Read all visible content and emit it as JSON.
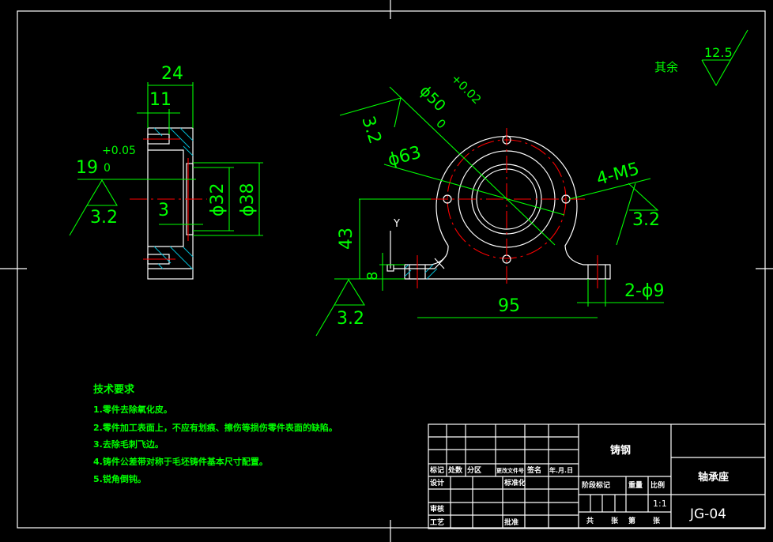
{
  "colors": {
    "background": "#000000",
    "outline": "#ffffff",
    "dimension": "#00ff00",
    "centerline": "#ff0000",
    "hatch": "#00bcd4"
  },
  "side_view": {
    "dim_width": "24",
    "dim_depth": "11",
    "dim_bore": "19",
    "tol_upper": "+0.05",
    "tol_lower": "0",
    "dim_step": "3",
    "dim_d32": "ϕ32",
    "dim_d38": "ϕ38",
    "roughness": "3.2"
  },
  "front_view": {
    "dim_d50": "ϕ50",
    "d50_tol_upper": "+0.02",
    "d50_tol_lower": "0",
    "dim_d63": "ϕ63",
    "thread": "4-M5",
    "dim_height": "43",
    "dim_base": "8",
    "dim_span": "95",
    "holes": "2-ϕ9",
    "roughness_top": "3.2",
    "roughness_right": "3.2",
    "roughness_bottom": "3.2",
    "axis_label": "Y"
  },
  "general_roughness": {
    "label": "其余",
    "value": "12.5"
  },
  "tech_requirements": {
    "title": "技术要求",
    "items": [
      "1.零件去除氧化皮。",
      "2.零件加工表面上，不应有划痕、擦伤等损伤零件表面的缺陷。",
      "3.去除毛刺飞边。",
      "4.铸件公差带对称于毛坯铸件基本尺寸配置。",
      "5.锐角倒钝。"
    ]
  },
  "title_block": {
    "material": "铸钢",
    "part_name": "轴承座",
    "drawing_no": "JG-04",
    "scale": "1:1",
    "headers": [
      "标记",
      "处数",
      "分区",
      "更改文件号",
      "签名",
      "年.月.日"
    ],
    "design": "设计",
    "standardization": "标准化",
    "review": "审核",
    "process": "工艺",
    "approve": "批准",
    "stage_mark": "阶段标记",
    "weight": "重量",
    "ratio": "比例",
    "sheet_total": "共",
    "sheet_unit": "张",
    "sheet_no": "第",
    "sheet_unit2": "张"
  }
}
